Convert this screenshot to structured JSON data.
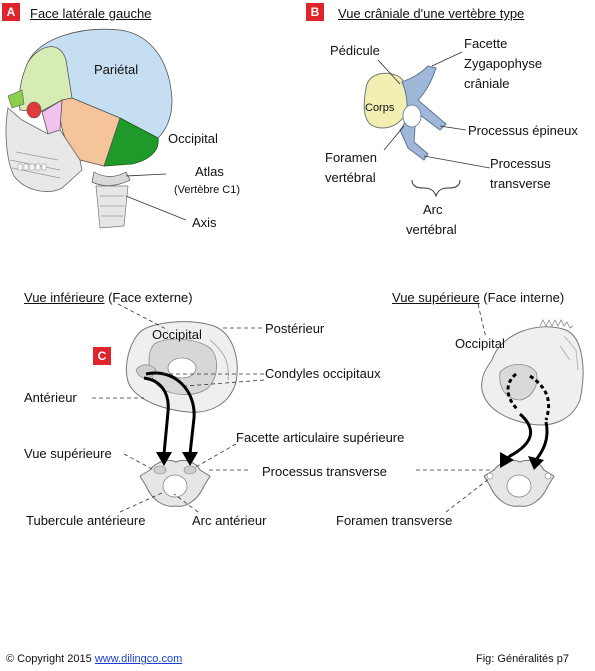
{
  "panel_a": {
    "badge": "A",
    "title": "Face latérale gauche",
    "labels": {
      "parietal": "Pariétal",
      "occipital": "Occipital",
      "atlas": "Atlas",
      "atlas_sub": "(Vertèbre C1)",
      "axis": "Axis"
    }
  },
  "panel_b": {
    "badge": "B",
    "title": "Vue crâniale d'une vertèbre type",
    "labels": {
      "pedicule": "Pédicule",
      "facette_1": "Facette",
      "facette_2": "Zygapophyse",
      "facette_3": "crâniale",
      "corps": "Corps",
      "processus_epineux": "Processus épineux",
      "foramen_1": "Foramen",
      "foramen_2": "vertébral",
      "processus_transverse_1": "Processus",
      "processus_transverse_2": "transverse",
      "arc_1": "Arc",
      "arc_2": "vertébral"
    }
  },
  "panel_c": {
    "badge": "C",
    "left": {
      "title_underlined": "Vue inférieure",
      "title_rest": " (Face externe)",
      "occipital": "Occipital",
      "posterieur": "Postérieur",
      "condyles": "Condyles occipitaux",
      "anterieur": "Antérieur",
      "vue_superieure": "Vue supérieure",
      "facette_articulaire": "Facette articulaire supérieure",
      "processus_transverse": "Processus transverse",
      "tubercule": "Tubercule antérieure",
      "arc_anterieur": "Arc antérieur"
    },
    "right": {
      "title_underlined": "Vue supérieure",
      "title_rest": " (Face interne)",
      "occipital": "Occipital",
      "foramen_transverse": "Foramen transverse"
    }
  },
  "footer": {
    "copyright": "© Copyright 2015 ",
    "link": "www.dilingco.com",
    "fig": "Fig:  Généralités p7"
  },
  "colors": {
    "badge": "#e0242c",
    "parietal": "#c6def2",
    "frontal": "#d7ecb4",
    "occipital_green": "#1f9a2a",
    "temporal": "#f5c49a",
    "sphenoid": "#f2c2ee",
    "vertebra_body": "#f1efb1",
    "vertebra_arc": "#9fb8d8"
  }
}
